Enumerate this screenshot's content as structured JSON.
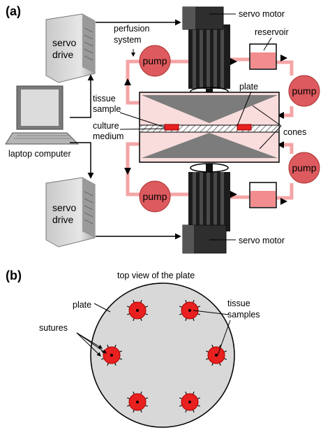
{
  "panel_a": {
    "panel_label": "(a)",
    "servo_drive_top": [
      "servo",
      "drive"
    ],
    "servo_drive_bottom": [
      "servo",
      "drive"
    ],
    "servo_motor_top": "servo motor",
    "servo_motor_bottom": "servo motor",
    "perfusion_system": [
      "perfusion",
      "system"
    ],
    "reservoir": "reservoir",
    "plate": "plate",
    "tissue_sample": [
      "tissue",
      "sample"
    ],
    "culture_medium": [
      "culture",
      "medium"
    ],
    "cones": "cones",
    "laptop_computer": "laptop computer",
    "pump_label": "pump"
  },
  "panel_b": {
    "panel_label": "(b)",
    "title": "top view of the plate",
    "plate": "plate",
    "sutures": "sutures",
    "tissue_samples": [
      "tissue",
      "samples"
    ]
  },
  "colors": {
    "tube": "#f4a5a6",
    "medium": "#f9dcdc",
    "pump": "#dd5a5e",
    "tissue": "#e8201f",
    "plate_gray": "#d8d8d8",
    "motor": "#3a3a3a"
  }
}
